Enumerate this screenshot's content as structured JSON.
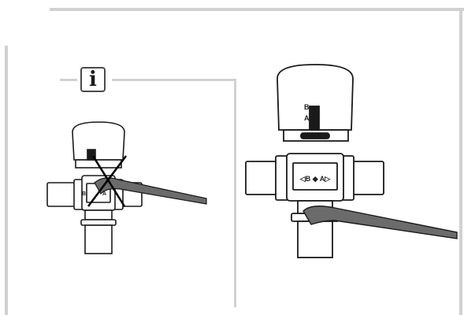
{
  "info_icon": {
    "label": "i"
  },
  "small_valve": {
    "scale_left": "B",
    "scale_right": "A",
    "crossed_out": true,
    "body_label": "◁B ◆ A▷"
  },
  "large_valve": {
    "scale_top": "B",
    "scale_bottom": "A",
    "body_label": "◁B ◆ A▷"
  },
  "colors": {
    "outline": "#1a1a1a",
    "wrench": "#6b6b6b",
    "frame": "#d1d1d1"
  }
}
